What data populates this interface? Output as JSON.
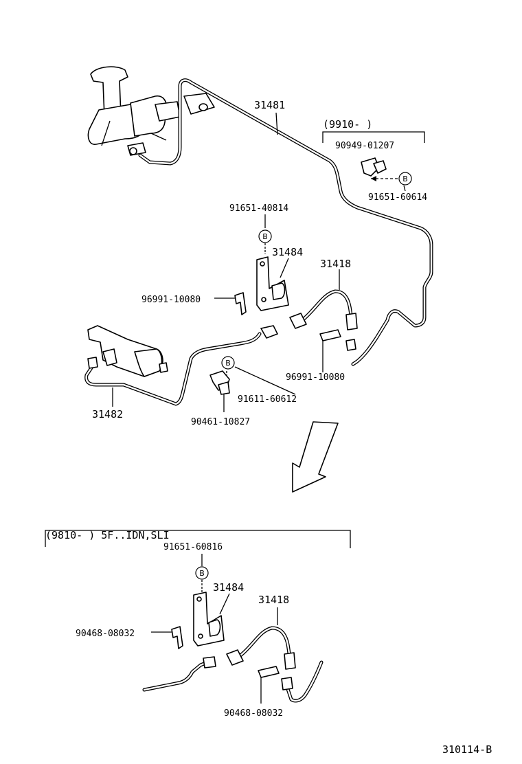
{
  "top": {
    "range_label": "(9910-     )",
    "parts": {
      "p31481": "31481",
      "p90949_01207": "90949-01207",
      "p91651_60614": "91651-60614",
      "p91651_40814": "91651-40814",
      "p31484": "31484",
      "p31418": "31418",
      "p96991_10080_left": "96991-10080",
      "p96991_10080_right": "96991-10080",
      "p91611_60612": "91611-60612",
      "p90461_10827": "90461-10827",
      "p31482": "31482"
    },
    "marker_letter": "B"
  },
  "bottom": {
    "range_label": "(9810-     )  5F..IDN,SLI",
    "parts": {
      "p91651_60816": "91651-60816",
      "p31484": "31484",
      "p31418": "31418",
      "p90468_08032_left": "90468-08032",
      "p90468_08032_right": "90468-08032"
    },
    "marker_letter": "B"
  },
  "figure_code": "310114-B"
}
